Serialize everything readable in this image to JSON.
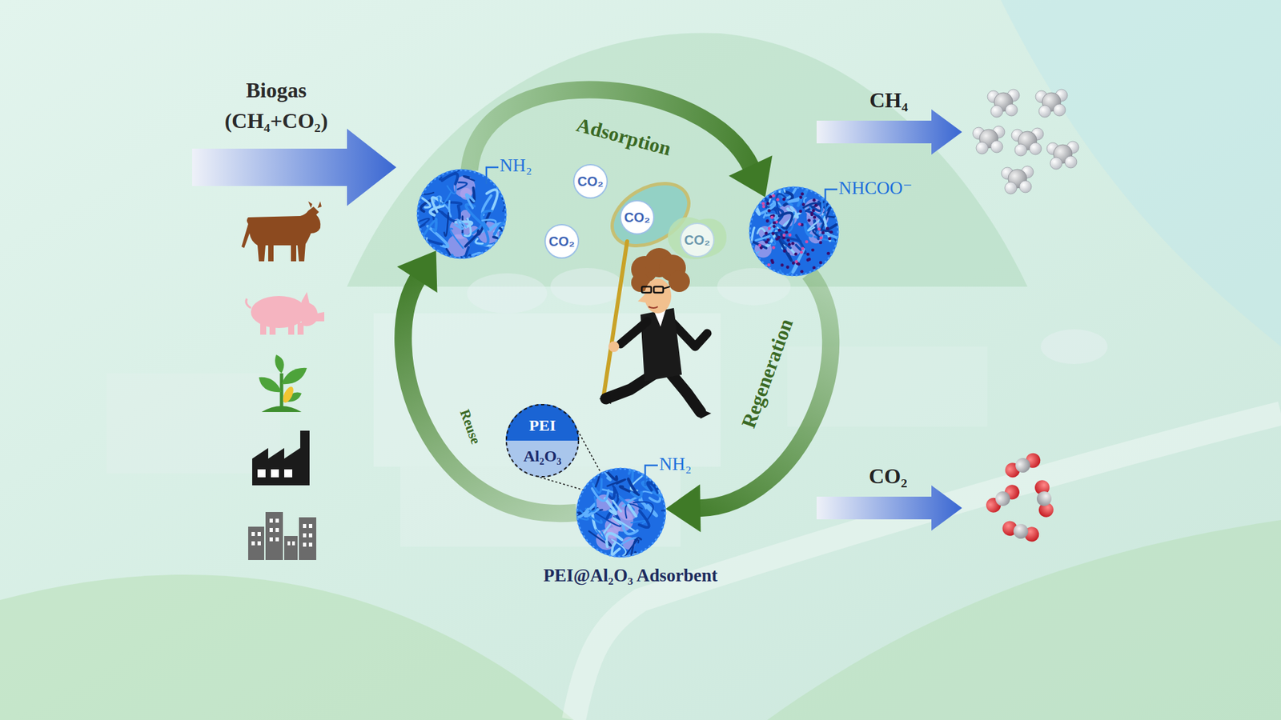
{
  "diagram": {
    "nodes": [
      {
        "text": [
          "NH₂"
        ]
      },
      {
        "text": [
          "NHCOO⁻"
        ]
      },
      {
        "text": [
          "PEI",
          "Al₂O₃"
        ]
      },
      {
        "text": [
          "NH₂",
          "PEI@Al₂O₃ Adsorbent"
        ]
      }
    ],
    "edges": [
      {
        "from": 0,
        "to": 1,
        "label": "Adsorption",
        "arrow": "to"
      },
      {
        "from": 1,
        "to": 3,
        "label": "Regeneration",
        "arrow": "to"
      },
      {
        "from": 3,
        "to": 0,
        "label": "Reuse",
        "arrow": "to"
      },
      {
        "from": 2,
        "to": 3,
        "arrow": "none"
      }
    ],
    "labels": [
      "Biogas (CH₄+CO₂)",
      "CH₄",
      "CO₂",
      "CO₂",
      "CO₂",
      "CO₂",
      "CO₂"
    ]
  }
}
